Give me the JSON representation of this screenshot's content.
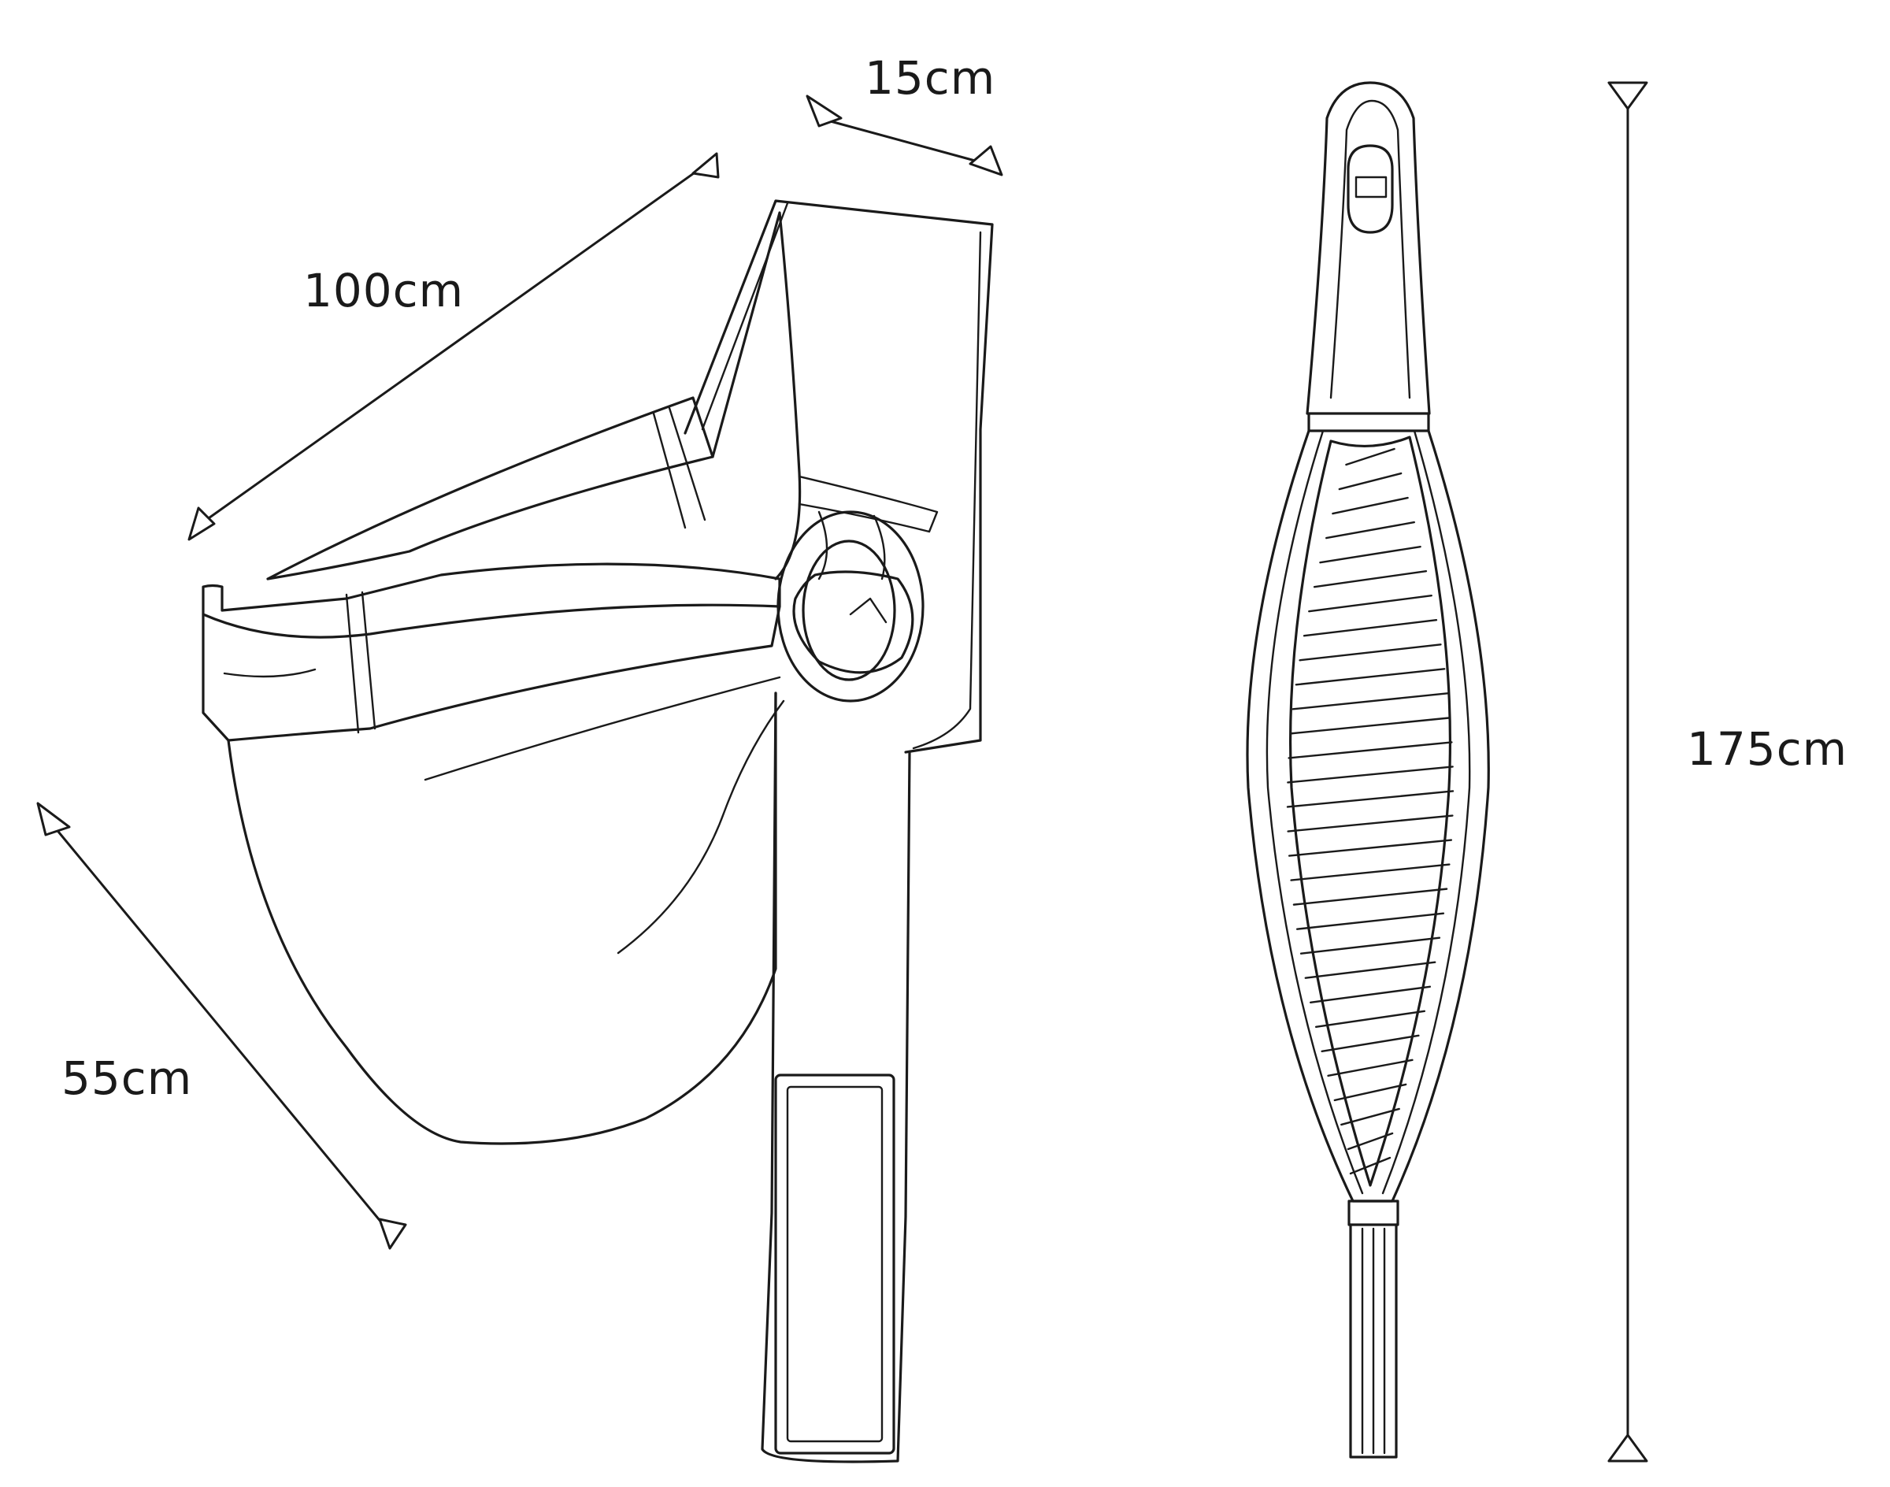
{
  "dimensions": {
    "strap_width": "15cm",
    "strap_length": "100cm",
    "pouch_depth": "55cm",
    "total_length": "175cm"
  }
}
